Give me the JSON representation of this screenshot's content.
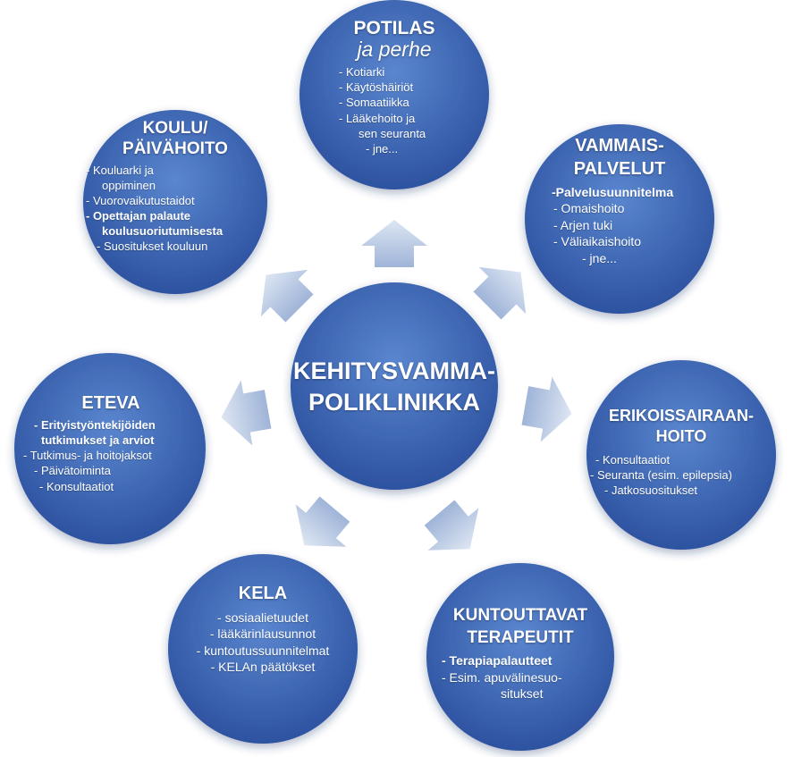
{
  "colors": {
    "circle_light": "#5a86cf",
    "circle_dark": "#2b509e",
    "arrow_light": "#dde6f3",
    "arrow_dark": "#9fb4d8"
  },
  "center": {
    "line1": "KEHITYSVAMMA-",
    "line2": "POLIKLINIKKA"
  },
  "potilas": {
    "title": "POTILAS",
    "subtitle": "ja perhe",
    "items": [
      "-     Kotiarki",
      "-     Käytöshäiriöt",
      "-     Somaatiikka",
      "-     Lääkehoito ja",
      "sen seuranta",
      "- jne..."
    ]
  },
  "koulu": {
    "title_line1": "KOULU/",
    "title_line2": "PÄIVÄHOITO",
    "items": [
      "-    Kouluarki ja",
      "oppiminen",
      "-    Vuorovaikutustaidot",
      "-    Opettajan palaute",
      "koulusuoriutumisesta",
      "- Suositukset kouluun"
    ]
  },
  "vammais": {
    "title_line1": "VAMMAIS-",
    "title_line2": "PALVELUT",
    "items": [
      "-Palvelusuunnitelma",
      "- Omaishoito",
      "- Arjen tuki",
      "- Väliaikaishoito",
      "- jne..."
    ]
  },
  "eteva": {
    "title": "ETEVA",
    "items": [
      "- Erityistyöntekijöiden",
      "tutkimukset ja arviot",
      "- Tutkimus- ja hoitojaksot",
      "- Päivätoiminta",
      "- Konsultaatiot"
    ]
  },
  "erikois": {
    "title_line1": "ERIKOISSAIRAAN-",
    "title_line2": "HOITO",
    "items": [
      "- Konsultaatiot",
      "- Seuranta (esim. epilepsia)",
      "- Jatkosuositukset"
    ]
  },
  "kela": {
    "title": "KELA",
    "items": [
      "- sosiaalietuudet",
      "- lääkärinlausunnot",
      "- kuntoutussuunnitelmat",
      "- KELAn päätökset"
    ]
  },
  "kuntouttavat": {
    "title_line1": "KUNTOUTTAVAT",
    "title_line2": "TERAPEUTIT",
    "items": [
      "- Terapiapalautteet",
      "- Esim. apuvälinesuo-",
      "situkset"
    ]
  }
}
